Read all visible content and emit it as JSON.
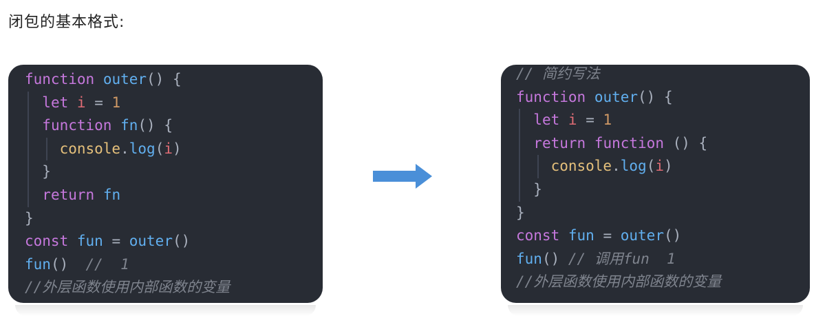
{
  "page": {
    "title": "闭包的基本格式:"
  },
  "colors": {
    "card_bg": "#282c34",
    "keyword": "#c678dd",
    "function": "#61afef",
    "variable": "#e06c75",
    "number": "#d19a66",
    "object": "#e5c07b",
    "comment": "#7f848e",
    "arrow": "#4a8fd8"
  },
  "left_code": {
    "line1": {
      "kw": "function",
      "name": "outer",
      "rest": "() {"
    },
    "line2": {
      "kw": "let",
      "var": "i",
      "op": " = ",
      "num": "1"
    },
    "line3": {
      "kw": "function",
      "name": "fn",
      "rest": "() {"
    },
    "line4": {
      "obj": "console",
      "dot": ".",
      "method": "log",
      "open": "(",
      "arg": "i",
      "close": ")"
    },
    "line5": {
      "text": "}"
    },
    "line6": {
      "kw": "return",
      "name": "fn"
    },
    "line7": {
      "text": "}"
    },
    "line8": {
      "kw": "const",
      "name": "fun",
      "op": " = ",
      "call": "outer",
      "rest": "()"
    },
    "line9": {
      "call": "fun",
      "rest": "()",
      "comment": "//  1"
    },
    "line10": {
      "comment": "//外层函数使用内部函数的变量"
    }
  },
  "right_code": {
    "line0": {
      "comment": "// 简约写法"
    },
    "line1": {
      "kw": "function",
      "name": "outer",
      "rest": "() {"
    },
    "line2": {
      "kw": "let",
      "var": "i",
      "op": " = ",
      "num": "1"
    },
    "line3": {
      "kw": "return",
      "kw2": "function",
      "rest": " () {"
    },
    "line4": {
      "obj": "console",
      "dot": ".",
      "method": "log",
      "open": "(",
      "arg": "i",
      "close": ")"
    },
    "line5": {
      "text": "}"
    },
    "line6": {
      "text": "}"
    },
    "line7": {
      "kw": "const",
      "name": "fun",
      "op": " = ",
      "call": "outer",
      "rest": "()"
    },
    "line8": {
      "call": "fun",
      "rest": "()",
      "comment": "// 调用fun  1"
    },
    "line9": {
      "comment": "//外层函数使用内部函数的变量"
    }
  }
}
